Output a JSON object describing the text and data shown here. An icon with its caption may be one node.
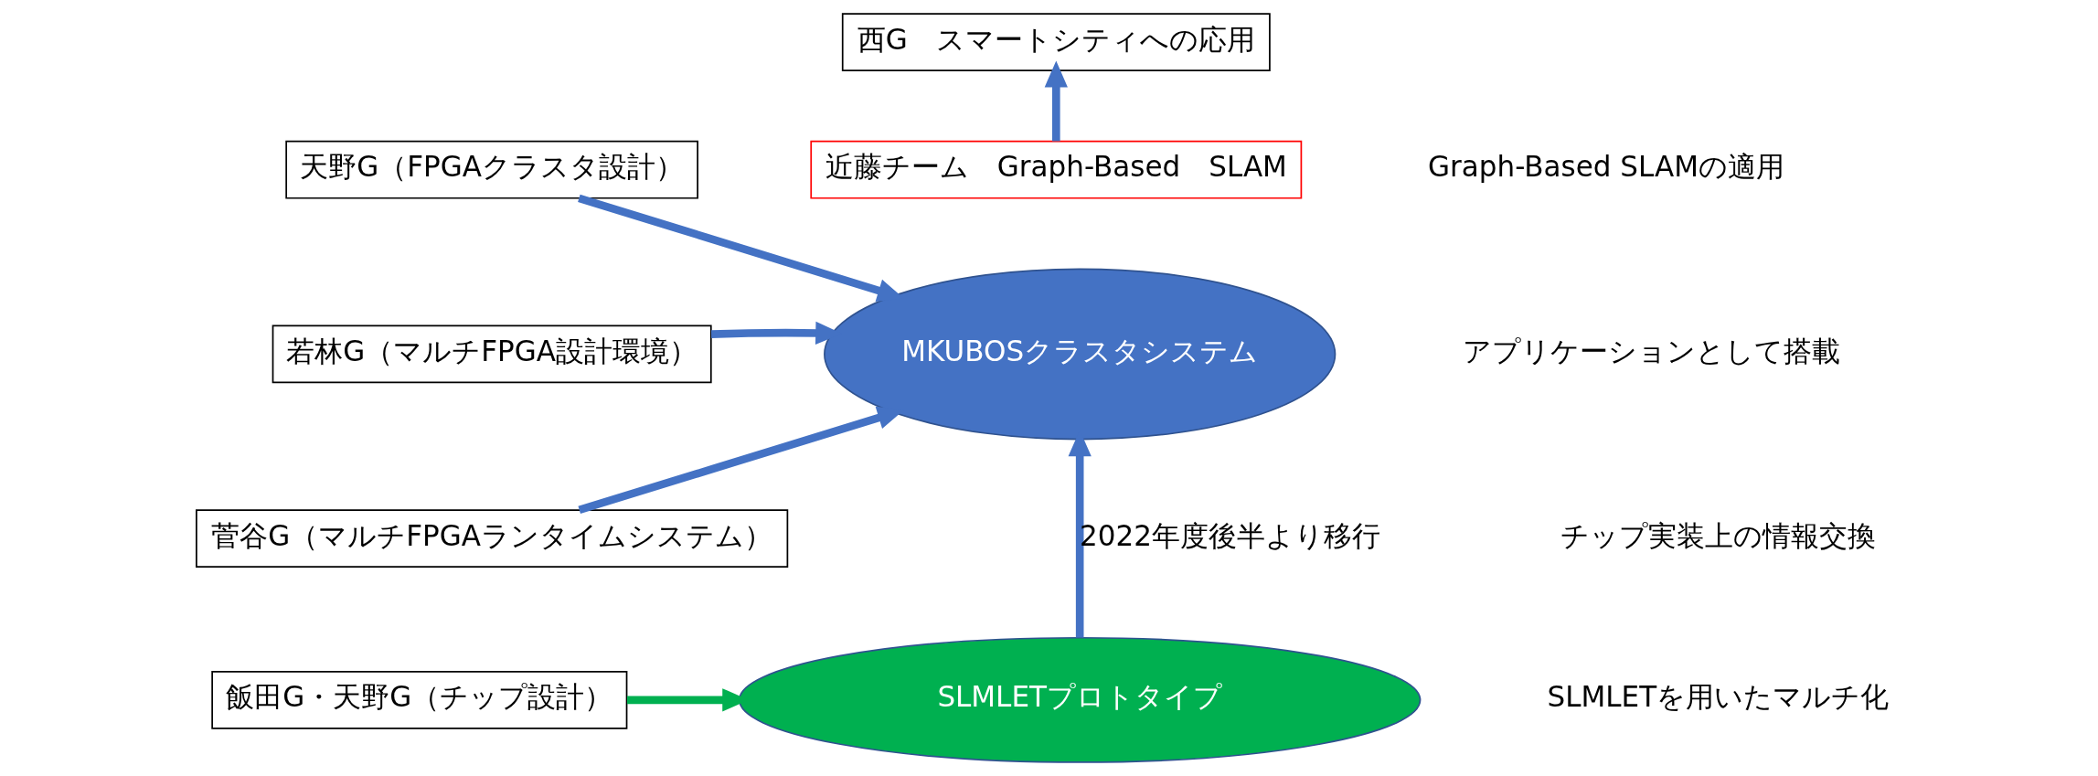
{
  "diagram": {
    "nodes": [
      {
        "text": [
          "西G　スマートシティへの応用"
        ]
      },
      {
        "text": [
          "近藤チーム　Graph-Based　SLAM"
        ]
      },
      {
        "text": [
          "天野G（FPGAクラスタ設計）"
        ]
      },
      {
        "text": [
          "若林G（マルチFPGA設計環境）"
        ]
      },
      {
        "text": [
          "菅谷G（マルチFPGAランタイムシステム）"
        ]
      },
      {
        "text": [
          "MKUBOSクラスタシステム"
        ]
      },
      {
        "text": [
          "飯田G・天野G（チップ設計）"
        ]
      },
      {
        "text": [
          "SLMLETプロトタイプ"
        ]
      }
    ],
    "edges": [
      {
        "from": 1,
        "to": 0,
        "arrow": "to"
      },
      {
        "from": 2,
        "to": 5,
        "arrow": "to"
      },
      {
        "from": 3,
        "to": 5,
        "arrow": "to"
      },
      {
        "from": 4,
        "to": 5,
        "arrow": "to"
      },
      {
        "from": 6,
        "to": 7,
        "arrow": "to",
        "color": "#00b050"
      },
      {
        "from": 7,
        "to": 5,
        "arrow": "to",
        "label": "2022年度後半より移行"
      }
    ],
    "labels": [
      "Graph-Based SLAMの適用",
      "アプリケーションとして搭載",
      "チップ実装上の情報交換",
      "SLMLETを用いたマルチ化"
    ]
  }
}
